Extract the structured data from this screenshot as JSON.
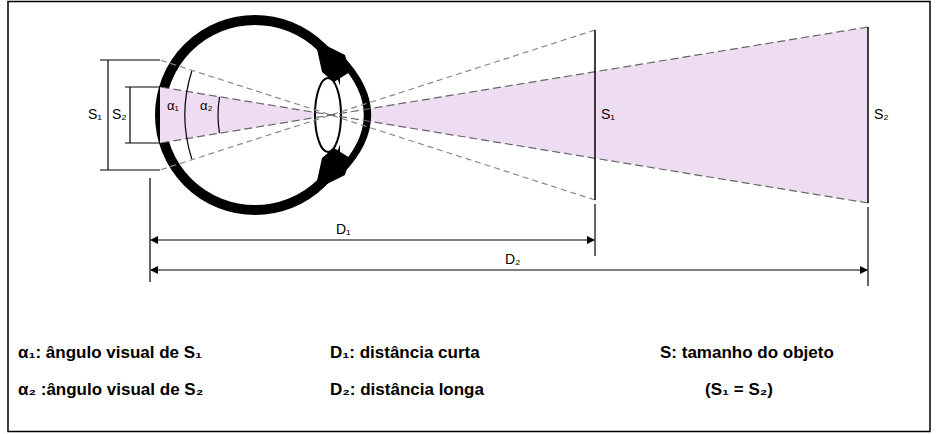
{
  "diagram": {
    "labels": [
      "S₁",
      "S₂",
      "α₁",
      "α₂",
      "S₁",
      "S₂",
      "D₁",
      "D₂",
      "α₁: ângulo visual de S₁",
      "D₁: distância curta",
      "S: tamanho do objeto",
      "α₂ :ângulo visual de S₂",
      "D₂: distância longa",
      "(S₁ = S₂)"
    ]
  }
}
